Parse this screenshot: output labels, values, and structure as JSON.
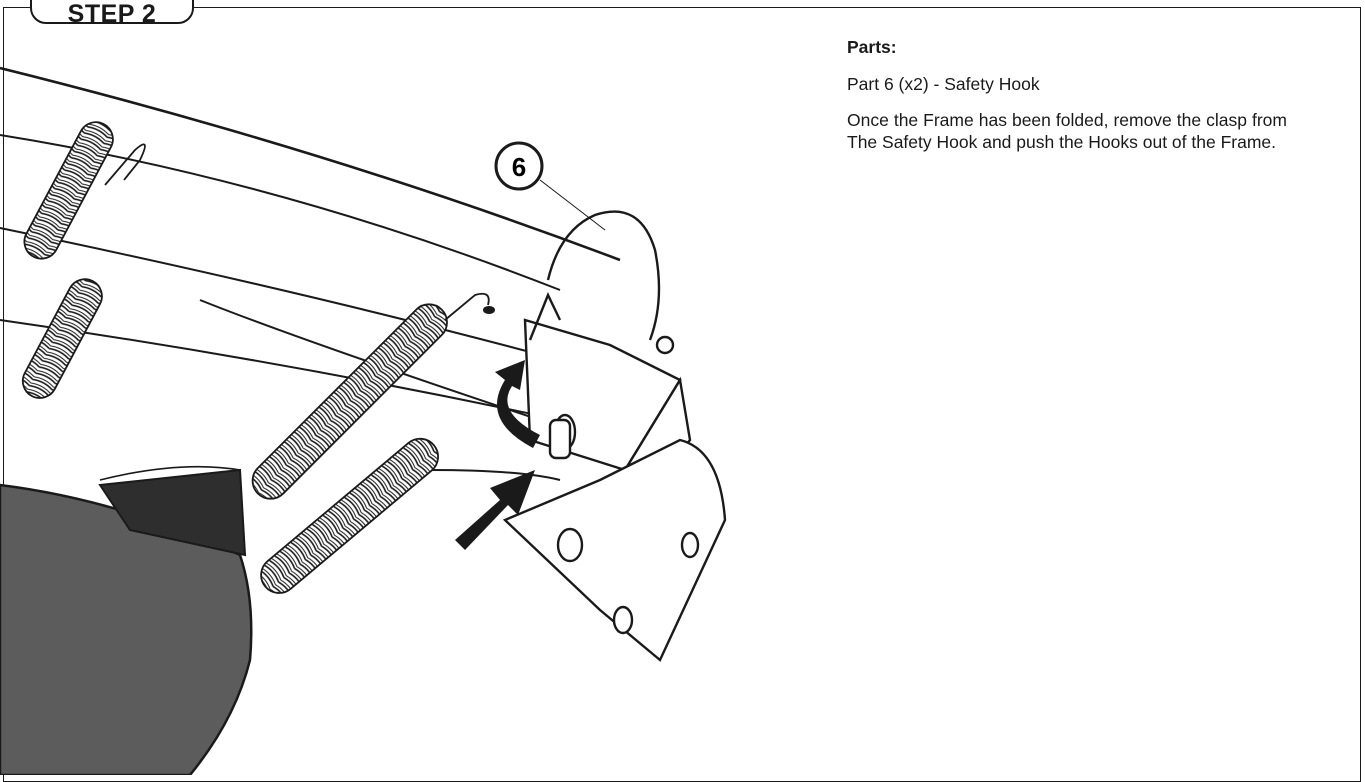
{
  "header": {
    "step_label": "STEP 2"
  },
  "parts": {
    "title": "Parts:",
    "items": [
      "Part 6 (x2) - Safety Hook"
    ]
  },
  "instruction": "Once the Frame has been folded, remove the clasp from The Safety Hook and push the Hooks out of the Frame.",
  "callout": {
    "number": "6"
  },
  "colors": {
    "line": "#1a1a1a",
    "mat": "#5c5c5c",
    "mat_dark": "#2e2e2e",
    "background": "#ffffff"
  },
  "icons": [
    "curved-arrow-icon",
    "push-arrow-icon",
    "callout-circle"
  ]
}
